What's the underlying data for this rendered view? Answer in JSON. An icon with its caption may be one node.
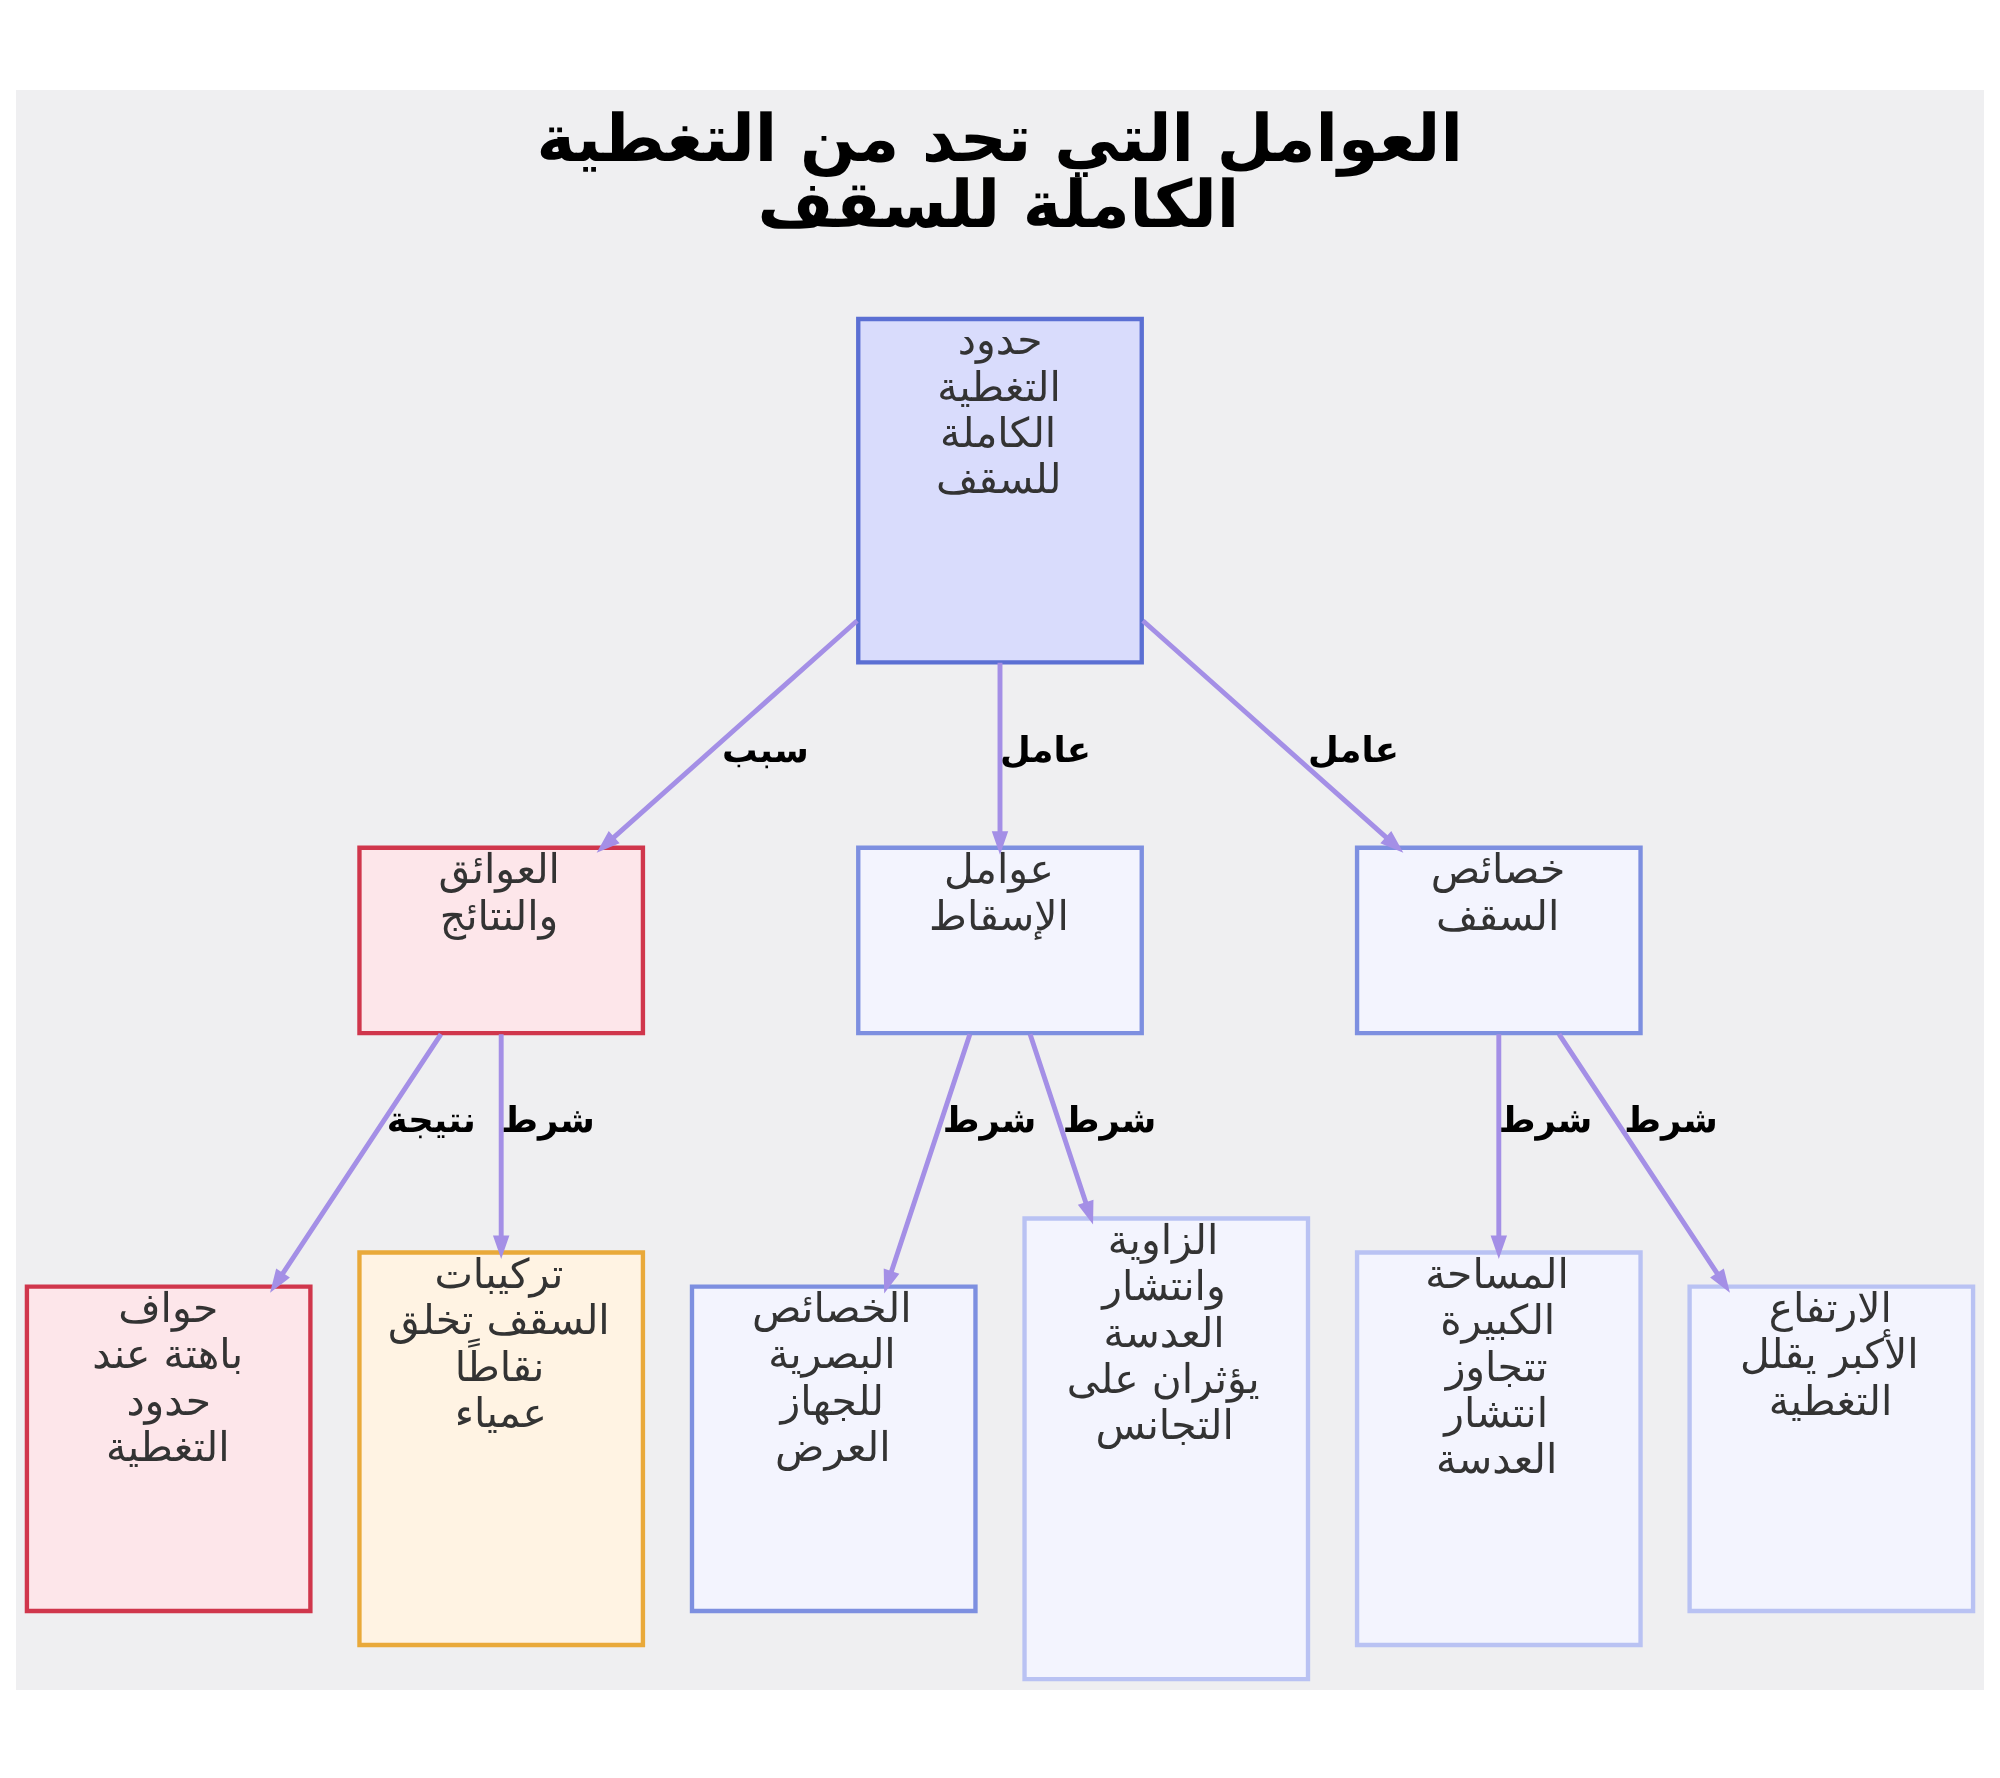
{
  "diagram": {
    "title": "العوامل التي تحد من التغطية الكاملة للسقف",
    "nodes": [
      {
        "text": [
          "حدود التغطية الكاملة للسقف"
        ]
      },
      {
        "text": [
          "العوائق والنتائج"
        ]
      },
      {
        "text": [
          "عوامل الإسقاط"
        ]
      },
      {
        "text": [
          "خصائص السقف"
        ]
      },
      {
        "text": [
          "حواف باهتة عند حدود التغطية"
        ]
      },
      {
        "text": [
          "تركيبات السقف تخلق نقاطًا عمياء"
        ]
      },
      {
        "text": [
          "الخصائص البصرية للجهاز العرض"
        ]
      },
      {
        "text": [
          "الزاوية وانتشار العدسة يؤثران على التجانس"
        ]
      },
      {
        "text": [
          "المساحة الكبيرة تتجاوز انتشار العدسة"
        ]
      },
      {
        "text": [
          "الارتفاع الأكبر يقلل التغطية"
        ]
      }
    ],
    "edges": [
      {
        "from": 0,
        "to": 1,
        "arrow": "to",
        "label": "سبب"
      },
      {
        "from": 0,
        "to": 2,
        "arrow": "to",
        "label": "عامل"
      },
      {
        "from": 0,
        "to": 3,
        "arrow": "to",
        "label": "عامل"
      },
      {
        "from": 1,
        "to": 4,
        "arrow": "to",
        "label": "نتيجة"
      },
      {
        "from": 1,
        "to": 5,
        "arrow": "to",
        "label": "شرط"
      },
      {
        "from": 2,
        "to": 6,
        "arrow": "to",
        "label": "شرط"
      },
      {
        "from": 2,
        "to": 7,
        "arrow": "to",
        "label": "شرط"
      },
      {
        "from": 3,
        "to": 8,
        "arrow": "to",
        "label": "شرط"
      },
      {
        "from": 3,
        "to": 9,
        "arrow": "to",
        "label": "شرط"
      }
    ]
  }
}
